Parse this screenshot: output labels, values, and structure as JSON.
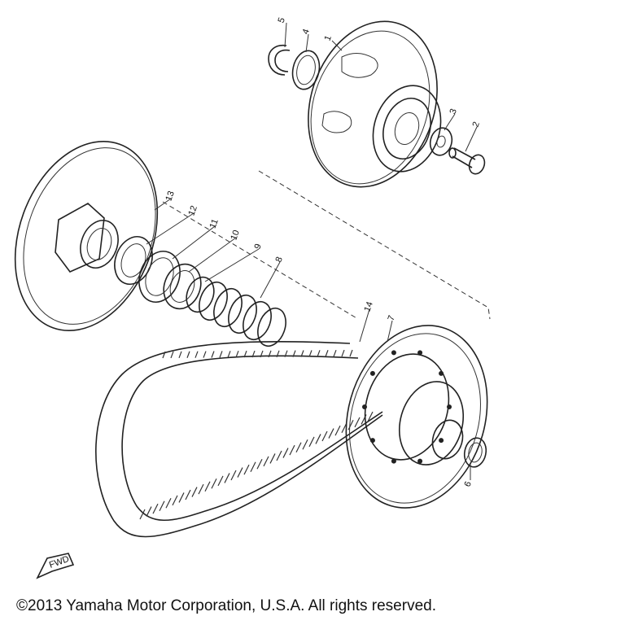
{
  "callouts": [
    "5",
    "4",
    "1",
    "3",
    "2",
    "13",
    "12",
    "11",
    "10",
    "9",
    "8",
    "14",
    "7",
    "6"
  ],
  "fwd_label": "FWD",
  "copyright": "©2013 Yamaha Motor Corporation, U.S.A. All rights reserved."
}
